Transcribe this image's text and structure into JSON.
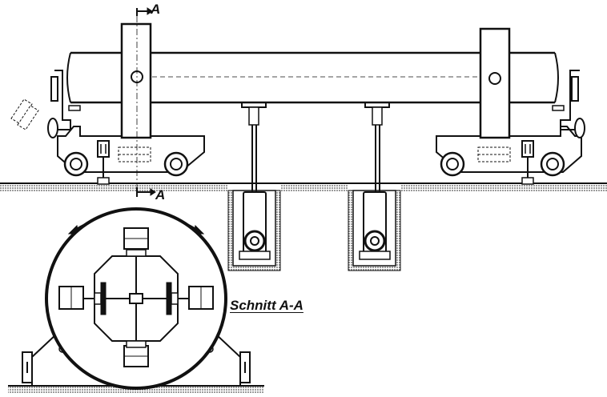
{
  "labels": {
    "section_marker_top": "A",
    "section_marker_bottom": "A",
    "section_title": "Schnitt A-A"
  },
  "colors": {
    "ink": "#111111",
    "hatch": "#444444",
    "paper": "#ffffff"
  }
}
